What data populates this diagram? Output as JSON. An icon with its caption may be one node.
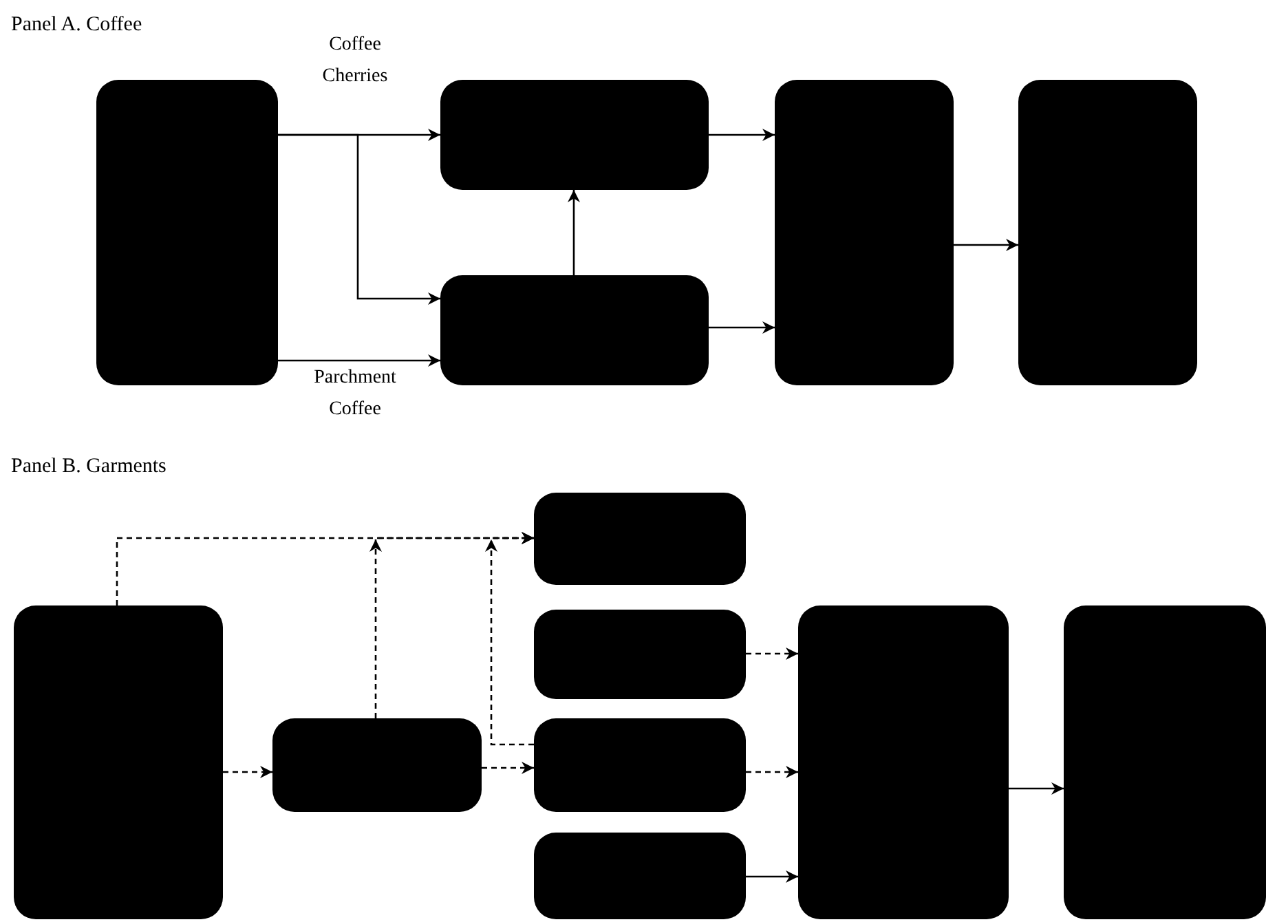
{
  "diagram": {
    "nodes": [
      {
        "text": [],
        "shape": "box"
      },
      {
        "text": [],
        "shape": "box"
      },
      {
        "text": [],
        "shape": "box"
      },
      {
        "text": [],
        "shape": "box"
      },
      {
        "text": [],
        "shape": "box"
      },
      {
        "text": [],
        "shape": "box"
      },
      {
        "text": [],
        "shape": "box"
      },
      {
        "text": [],
        "shape": "box"
      },
      {
        "text": [],
        "shape": "box"
      },
      {
        "text": [],
        "shape": "box"
      },
      {
        "text": [],
        "shape": "box"
      },
      {
        "text": [],
        "shape": "box"
      },
      {
        "text": [],
        "shape": "box"
      }
    ],
    "edges": [
      {
        "from": 0,
        "to": 1,
        "arrow": "to",
        "label": "Coffee Cherries"
      },
      {
        "from": 0,
        "to": 2,
        "arrow": "to"
      },
      {
        "from": 0,
        "to": 2,
        "arrow": "to",
        "label": "Parchment Coffee"
      },
      {
        "from": 2,
        "to": 1,
        "arrow": "to"
      },
      {
        "from": 1,
        "to": 3,
        "arrow": "to"
      },
      {
        "from": 2,
        "to": 3,
        "arrow": "to"
      },
      {
        "from": 3,
        "to": 4,
        "arrow": "to"
      },
      {
        "from": 5,
        "to": 7,
        "arrow": "to",
        "style": "dashed"
      },
      {
        "from": 6,
        "to": 7,
        "arrow": "to",
        "style": "dashed"
      },
      {
        "from": 9,
        "to": 7,
        "arrow": "to",
        "style": "dashed"
      },
      {
        "from": 5,
        "to": 6,
        "arrow": "to",
        "style": "dashed"
      },
      {
        "from": 6,
        "to": 9,
        "arrow": "to",
        "style": "dashed"
      },
      {
        "from": 8,
        "to": 11,
        "arrow": "to",
        "style": "dashed"
      },
      {
        "from": 9,
        "to": 11,
        "arrow": "to",
        "style": "dashed"
      },
      {
        "from": 10,
        "to": 11,
        "arrow": "to"
      },
      {
        "from": 11,
        "to": 12,
        "arrow": "to"
      }
    ],
    "labels": [
      "Panel A. Coffee",
      "Panel B. Garments"
    ]
  }
}
